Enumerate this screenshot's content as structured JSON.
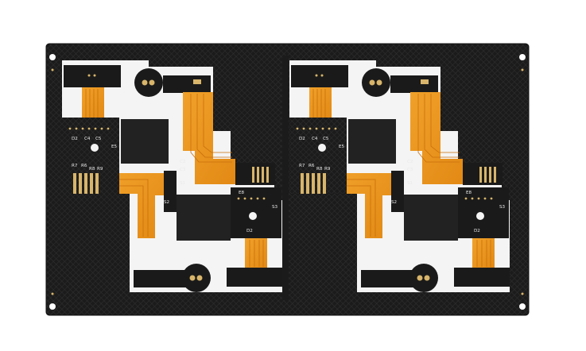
{
  "image": {
    "subject": "panelized rigid-flex PCB",
    "colors": {
      "background": "#ffffff",
      "board": "#1a1a1a",
      "board_texture": "#2a2a2a",
      "flex": "#e8961e",
      "flex_trace": "#c96f0d",
      "gold": "#d8b56a",
      "silkscreen": "#e9e9e9",
      "rail_gap": "#f4f4f4"
    }
  },
  "silkscreen_left": {
    "c4": "C4",
    "c5": "C5",
    "d2": "D2",
    "r7": "R7",
    "r6": "R6",
    "r8": "R8",
    "r9": "R9",
    "c2": "C2",
    "c3": "C3",
    "s1": "S1",
    "s2": "S2",
    "s3": "S3",
    "e5": "E5",
    "e8": "E8"
  },
  "silkscreen_right": {
    "c4": "C4",
    "c5": "C5",
    "d2": "D2",
    "r7": "R7",
    "r6": "R6",
    "r8": "R8",
    "r9": "R9",
    "c2": "C2",
    "c3": "C3",
    "s1": "S1",
    "s2": "S2",
    "s3": "S3",
    "e5": "E5",
    "e8": "E8"
  }
}
